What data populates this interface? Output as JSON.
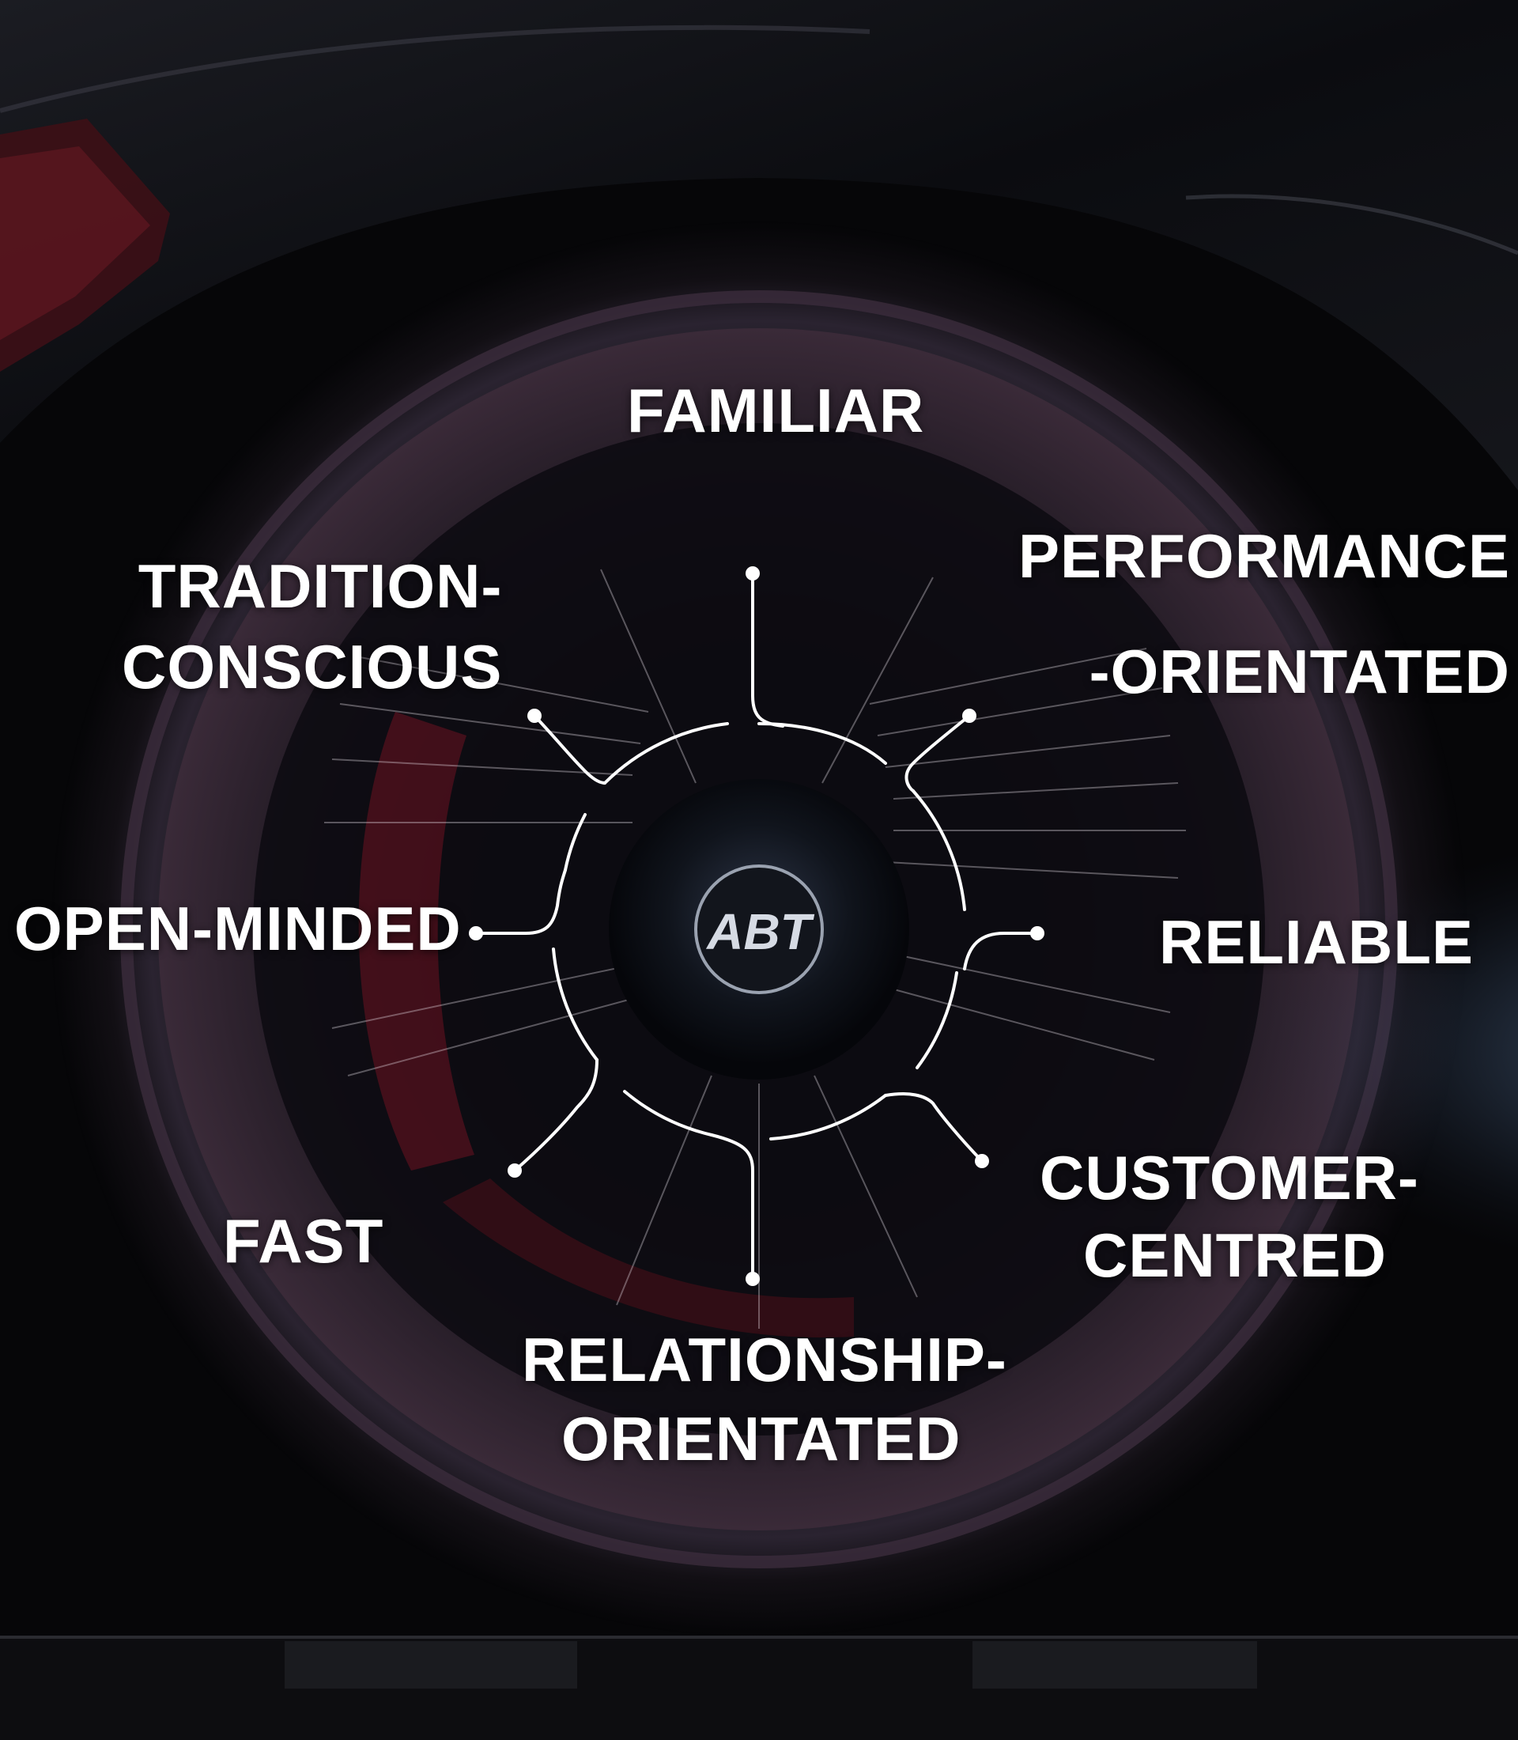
{
  "logo_text": "ABT",
  "labels": {
    "familiar": "FAMILIAR",
    "performance_line1": "PERFORMANCE",
    "performance_line2": "-ORIENTATED",
    "tradition_line1": "TRADITION-",
    "tradition_line2": "CONSCIOUS",
    "open_minded": "OPEN-MINDED",
    "reliable": "RELIABLE",
    "customer_line1": "CUSTOMER-",
    "customer_line2": "CENTRED",
    "fast": "FAST",
    "relationship_line1": "RELATIONSHIP-",
    "relationship_line2": "ORIENTATED"
  },
  "colors": {
    "background": "#050507",
    "text": "#ffffff",
    "connector": "#ffffff",
    "caliper_red": "#8a1422",
    "light_streak": "#9fc6ff"
  }
}
